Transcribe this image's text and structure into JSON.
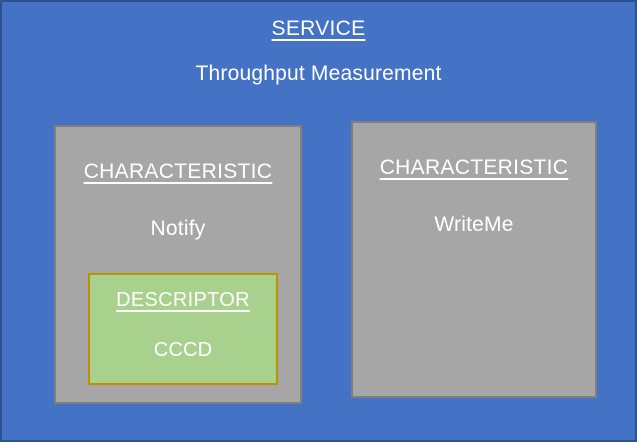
{
  "colors": {
    "background": "#4472C4",
    "background_border": "#2F528F",
    "characteristic_fill": "#A6A6A6",
    "characteristic_border": "#7F7F7F",
    "descriptor_fill": "#A9D18E",
    "descriptor_border": "#BF9000",
    "text": "#FFFFFF"
  },
  "service": {
    "label": "SERVICE",
    "name": "Throughput Measurement"
  },
  "characteristics": [
    {
      "label": "CHARACTERISTIC",
      "name": "Notify",
      "descriptor": {
        "label": "DESCRIPTOR",
        "name": "CCCD"
      }
    },
    {
      "label": "CHARACTERISTIC",
      "name": "WriteMe"
    }
  ]
}
